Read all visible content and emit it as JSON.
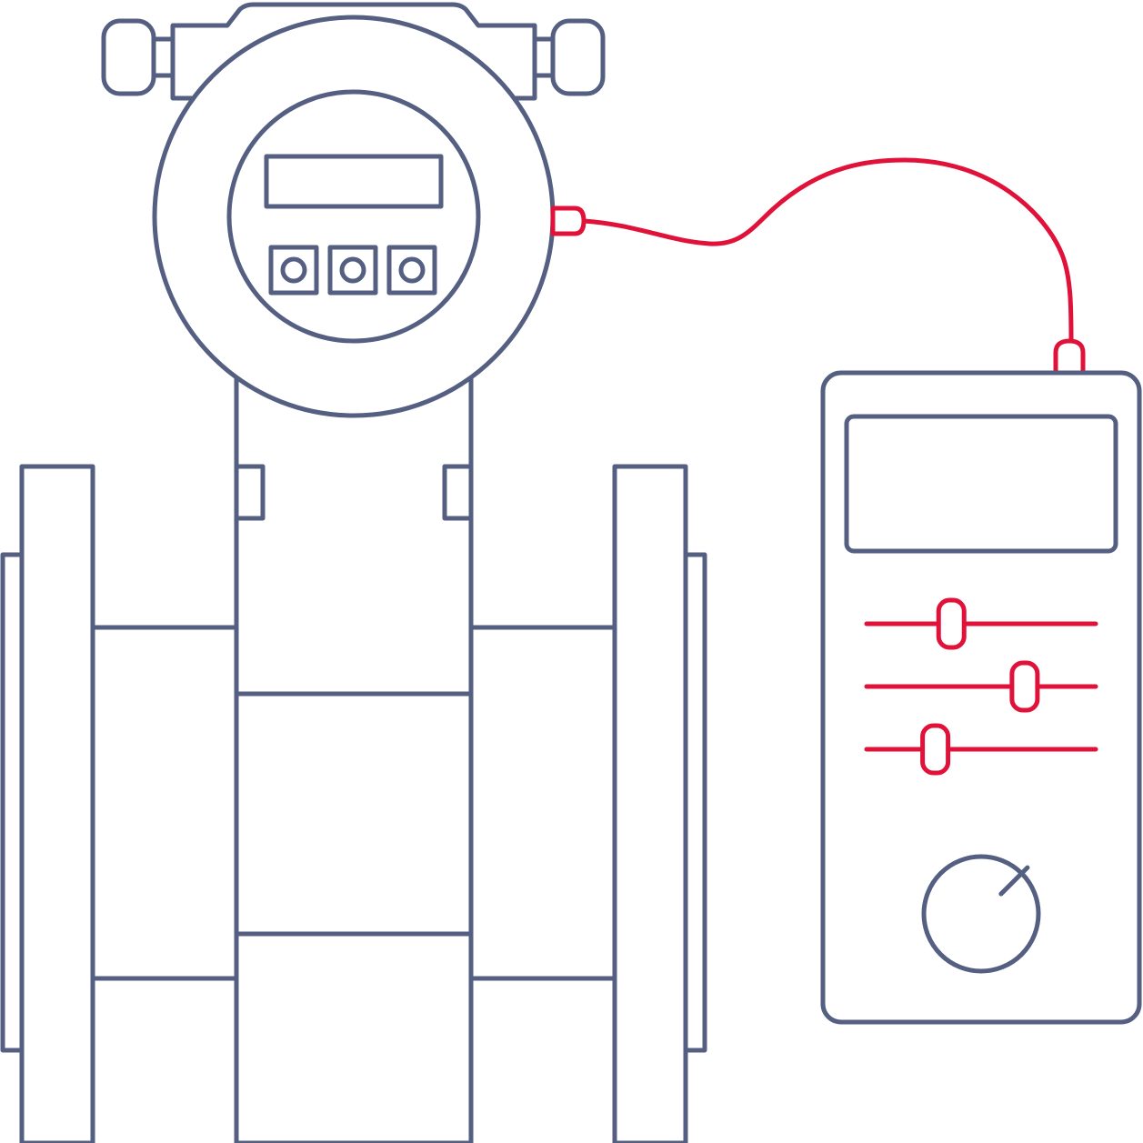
{
  "colors": {
    "outline": "#545f82",
    "accent": "#e0123a",
    "background": "#ffffff"
  },
  "icons": {
    "flow_meter": "magnetic-flowmeter-icon",
    "transmitter_head": "transmitter-head-icon",
    "display_window": "lcd-display-icon",
    "keypad_buttons": [
      "button-icon",
      "button-icon",
      "button-icon"
    ],
    "cable": "connection-cable-icon",
    "calibrator": "handheld-calibrator-icon",
    "sliders": [
      "slider-icon",
      "slider-icon",
      "slider-icon"
    ],
    "knob": "rotary-knob-icon"
  },
  "calibrator_sliders": [
    {
      "level": 0.37
    },
    {
      "level": 0.69
    },
    {
      "level": 0.3
    }
  ],
  "knob_dial": {
    "pointer_angle_deg": 45
  }
}
